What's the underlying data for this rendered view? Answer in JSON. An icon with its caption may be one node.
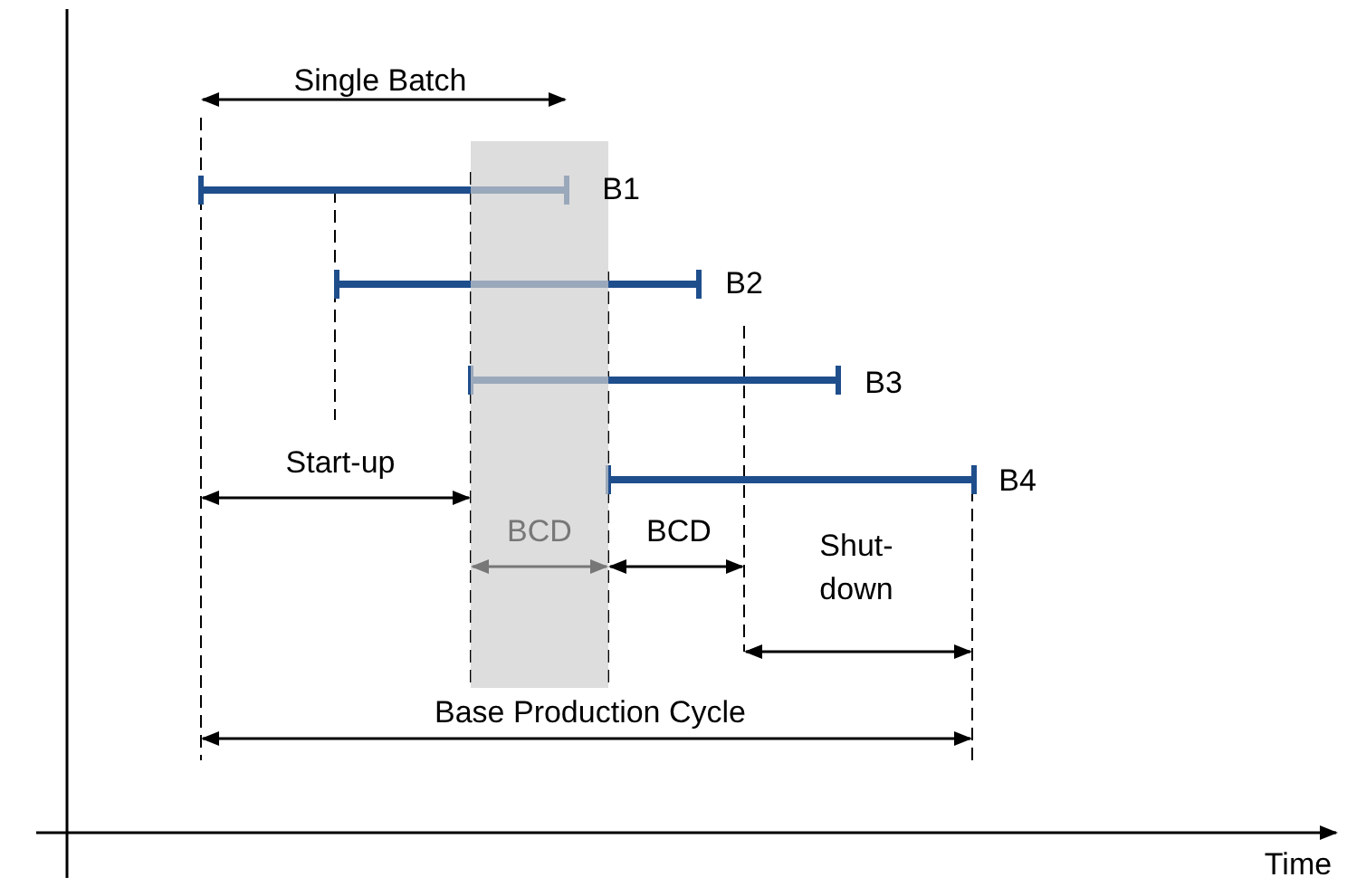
{
  "diagram": {
    "labels": [
      "Single Batch",
      "B1",
      "B2",
      "B3",
      "B4",
      "Start-up",
      "BCD",
      "BCD",
      "Shut-down",
      "Base Production Cycle",
      "Time"
    ]
  }
}
